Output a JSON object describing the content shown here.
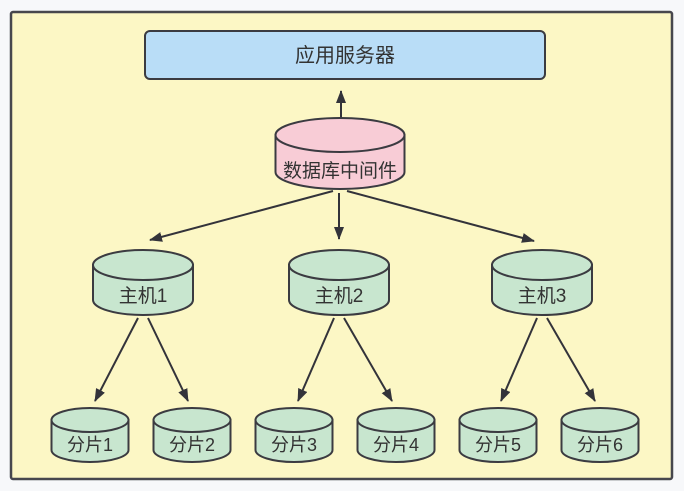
{
  "diagram": {
    "kind": "database-sharding-architecture",
    "nodes": {
      "app_server": {
        "label": "应用服务器",
        "shape": "rectangle",
        "fill": "#b9ddf7"
      },
      "middleware": {
        "label": "数据库中间件",
        "shape": "cylinder",
        "fill": "#f8ccd6"
      },
      "hosts": [
        {
          "label": "主机1",
          "shape": "cylinder",
          "fill": "#c8e6cf"
        },
        {
          "label": "主机2",
          "shape": "cylinder",
          "fill": "#c8e6cf"
        },
        {
          "label": "主机3",
          "shape": "cylinder",
          "fill": "#c8e6cf"
        }
      ],
      "shards": [
        {
          "label": "分片1",
          "shape": "cylinder",
          "fill": "#c8e6cf"
        },
        {
          "label": "分片2",
          "shape": "cylinder",
          "fill": "#c8e6cf"
        },
        {
          "label": "分片3",
          "shape": "cylinder",
          "fill": "#c8e6cf"
        },
        {
          "label": "分片4",
          "shape": "cylinder",
          "fill": "#c8e6cf"
        },
        {
          "label": "分片5",
          "shape": "cylinder",
          "fill": "#c8e6cf"
        },
        {
          "label": "分片6",
          "shape": "cylinder",
          "fill": "#c8e6cf"
        }
      ]
    },
    "edges": [
      {
        "from": "应用服务器",
        "to": "数据库中间件",
        "bidirectional": true
      },
      {
        "from": "数据库中间件",
        "to": "主机1",
        "bidirectional": false
      },
      {
        "from": "数据库中间件",
        "to": "主机2",
        "bidirectional": false
      },
      {
        "from": "数据库中间件",
        "to": "主机3",
        "bidirectional": false
      },
      {
        "from": "主机1",
        "to": "分片1",
        "bidirectional": false
      },
      {
        "from": "主机1",
        "to": "分片2",
        "bidirectional": false
      },
      {
        "from": "主机2",
        "to": "分片3",
        "bidirectional": false
      },
      {
        "from": "主机2",
        "to": "分片4",
        "bidirectional": false
      },
      {
        "from": "主机3",
        "to": "分片5",
        "bidirectional": false
      },
      {
        "from": "主机3",
        "to": "分片6",
        "bidirectional": false
      }
    ],
    "colors": {
      "page_background": "#f7f8fa",
      "canvas_fill": "#fcf7c5",
      "frame_border": "#47474d",
      "shape_outline": "#3b3b41",
      "arrow": "#33333a",
      "text": "#333333",
      "app_server_fill": "#b9ddf7",
      "middleware_fill": "#f8ccd6",
      "database_fill": "#c8e6cf"
    }
  }
}
